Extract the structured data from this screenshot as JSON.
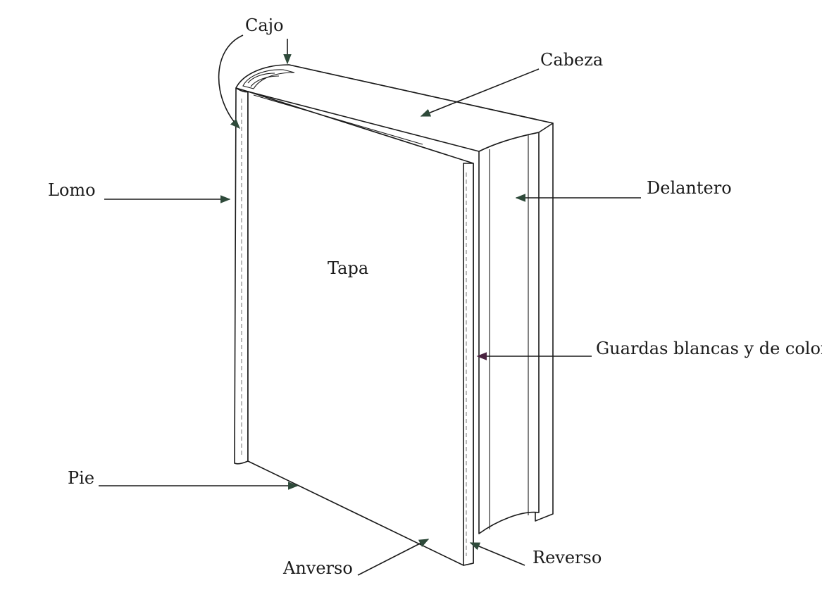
{
  "labels": {
    "cajo": "Cajo",
    "cabeza": "Cabeza",
    "lomo": "Lomo",
    "delantero": "Delantero",
    "tapa": "Tapa",
    "guardas": "Guardas blancas y de color",
    "pie": "Pie",
    "anverso": "Anverso",
    "reverso": "Reverso"
  },
  "colors": {
    "ink": "#1a1a1a",
    "arrow_green": "#2e4a3a",
    "arrow_purple": "#4a2340"
  }
}
